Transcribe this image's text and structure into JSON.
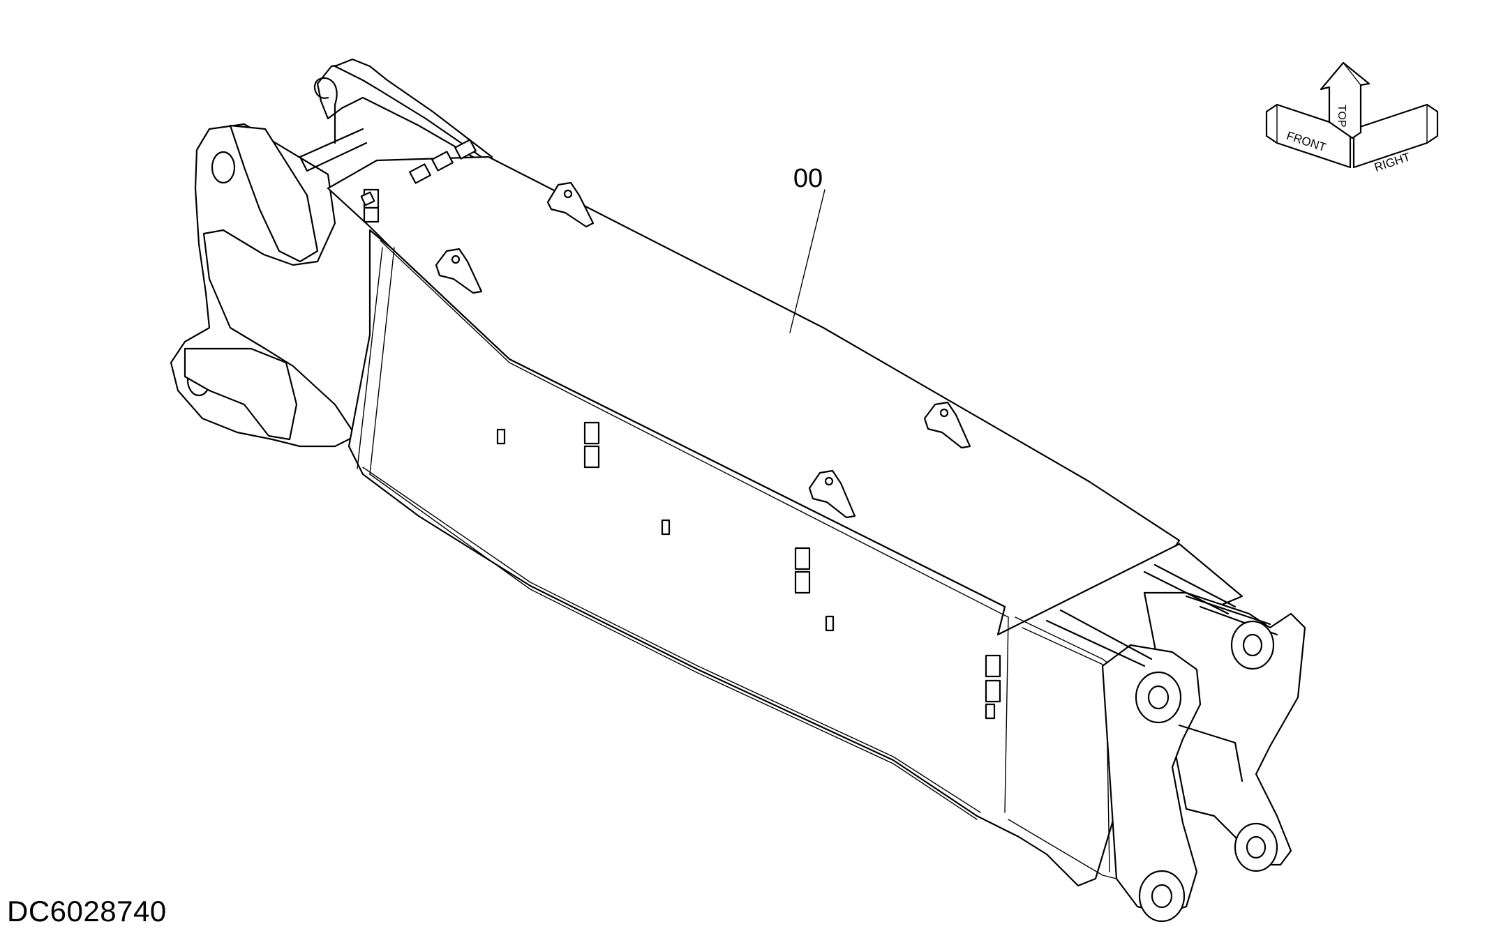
{
  "part_callout": "00",
  "drawing_number": "DC6028740",
  "orientation_indicator": {
    "front": "FRONT",
    "top": "TOP",
    "right": "RIGHT"
  }
}
